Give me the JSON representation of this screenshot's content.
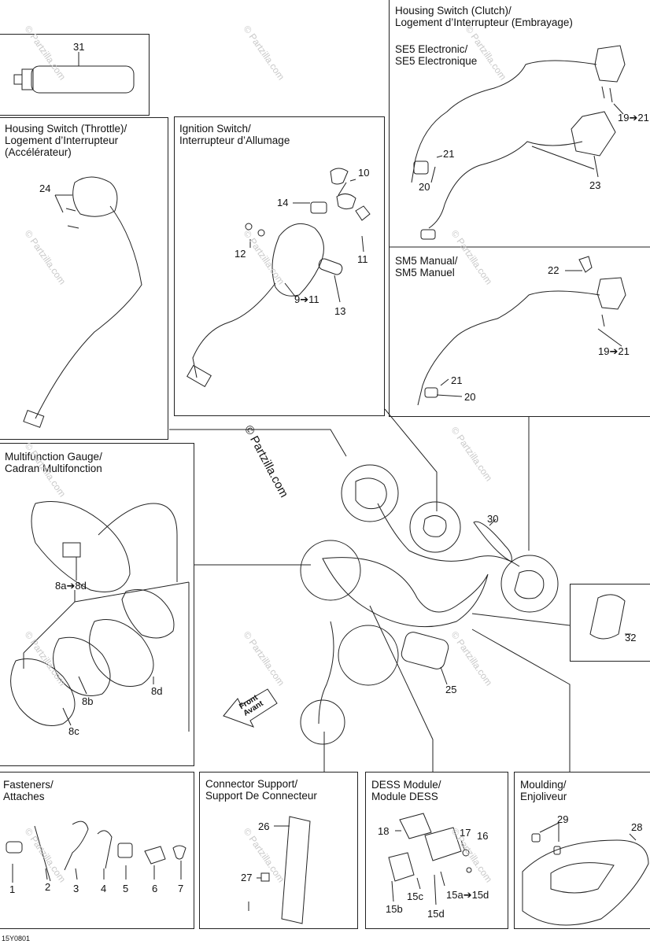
{
  "watermark": "© Partzilla.com",
  "copyright_center": "© Partzilla.com",
  "front_label": "Front",
  "front_label_fr": "Avant",
  "drawing_code": "15Y0801",
  "panels": {
    "tube": {
      "callouts": [
        "31"
      ]
    },
    "throttle": {
      "title": "Housing Switch (Throttle)/\nLogement d’Interrupteur\n(Accélérateur)",
      "callouts": [
        "24"
      ]
    },
    "ignition": {
      "title": "Ignition Switch/\nInterrupteur d’Allumage",
      "callouts": [
        "10",
        "14",
        "12",
        "11",
        "9➔11",
        "13"
      ]
    },
    "clutch": {
      "title": "Housing Switch (Clutch)/\nLogement d’Interrupteur (Embrayage)"
    },
    "se5": {
      "title": "SE5 Electronic/\nSE5 Electronique",
      "callouts": [
        "21",
        "20",
        "19➔21",
        "23"
      ]
    },
    "sm5": {
      "title": "SM5 Manual/\nSM5 Manuel",
      "callouts": [
        "22",
        "19➔21",
        "21",
        "20"
      ]
    },
    "gauge": {
      "title": "Multifunction Gauge/\nCadran Multifonction",
      "callouts": [
        "8a➔8d",
        "8b",
        "8c",
        "8d"
      ]
    },
    "center": {
      "callouts": [
        "30",
        "32",
        "25"
      ]
    },
    "fasteners": {
      "title": "Fasteners/\nAttaches",
      "callouts": [
        "1",
        "2",
        "3",
        "4",
        "5",
        "6",
        "7"
      ]
    },
    "connector": {
      "title": "Connector Support/\nSupport De Connecteur",
      "callouts": [
        "26",
        "27"
      ]
    },
    "dess": {
      "title": "DESS Module/\nModule DESS",
      "callouts": [
        "18",
        "17",
        "16",
        "15c",
        "15a➔15d",
        "15b",
        "15d"
      ]
    },
    "moulding": {
      "title": "Moulding/\nEnjoliveur",
      "callouts": [
        "29",
        "28"
      ]
    }
  }
}
